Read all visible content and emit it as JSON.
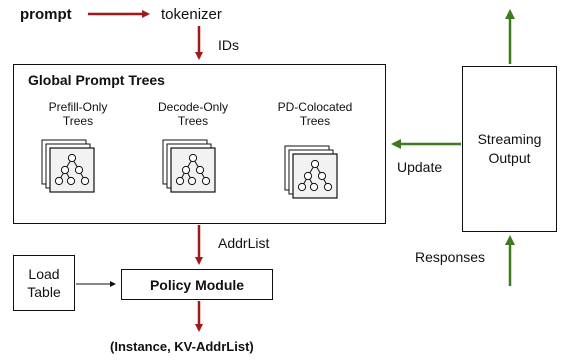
{
  "labels": {
    "prompt": "prompt",
    "tokenizer": "tokenizer",
    "ids": "IDs",
    "global_trees_title": "Global Prompt Trees",
    "prefill_line1": "Prefill-Only",
    "prefill_line2": "Trees",
    "decode_line1": "Decode-Only",
    "decode_line2": "Trees",
    "pd_line1": "PD-Colocated",
    "pd_line2": "Trees",
    "streaming_line1": "Streaming",
    "streaming_line2": "Output",
    "update": "Update",
    "responses": "Responses",
    "addrlist": "AddrList",
    "load_line1": "Load",
    "load_line2": "Table",
    "policy_module": "Policy Module",
    "output": "(Instance, KV-AddrList)"
  },
  "colors": {
    "red_arrow": "#a01818",
    "green_arrow": "#3f7a1f",
    "line": "#111111"
  }
}
